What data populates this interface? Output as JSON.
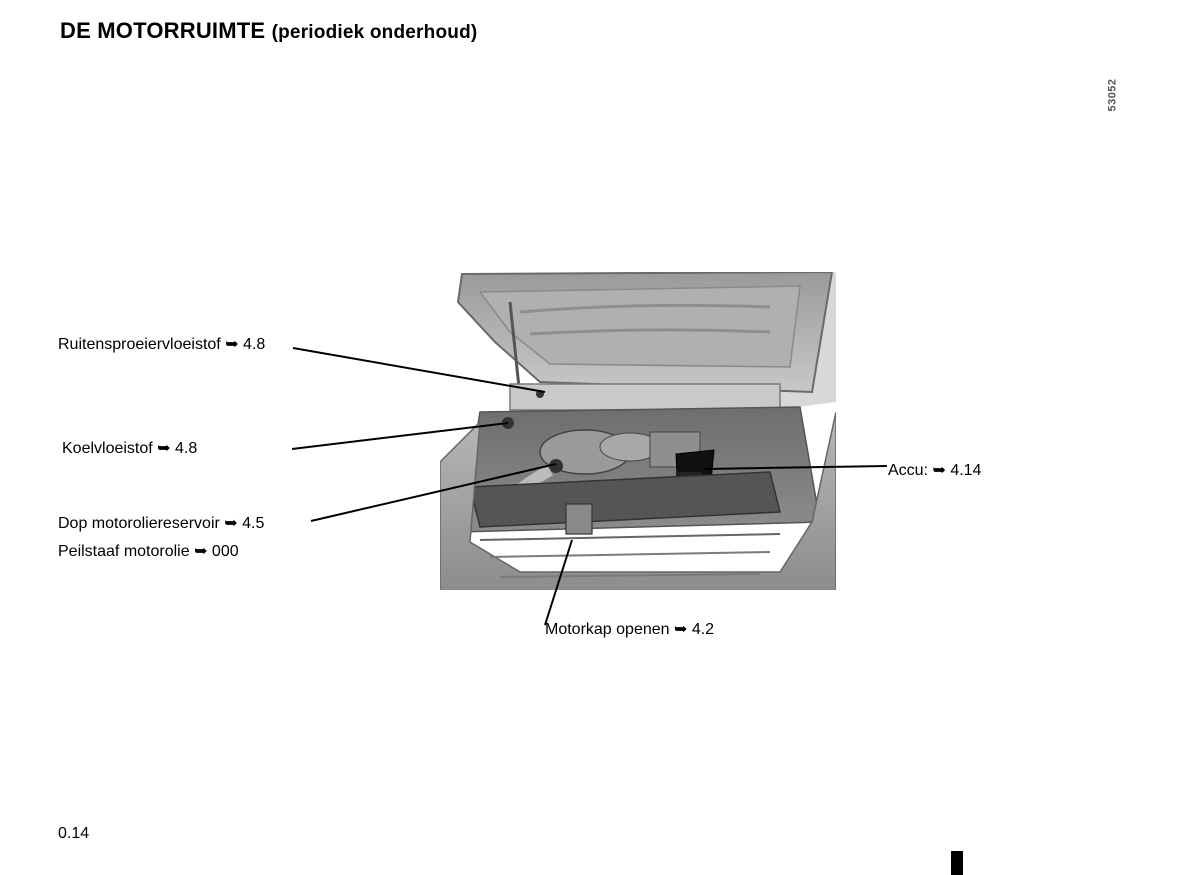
{
  "header": {
    "title_main": "DE MOTORRUIMTE",
    "title_sub": "(periodiek onderhoud)"
  },
  "image_ref": "53052",
  "callouts": {
    "washer": "Ruitensproeiervloeistof ➥ 4.8",
    "coolant": "Koelvloeistof ➥ 4.8",
    "oil_cap": "Dop motorolie­reservoir ➥ 4.5",
    "dipstick": "Peilstaaf motorolie ➥ 000",
    "battery": "Accu: ➥ 4.14",
    "bonnet": "Motorkap openen ➥ 4.2"
  },
  "footer": {
    "page_number": "0.14"
  }
}
